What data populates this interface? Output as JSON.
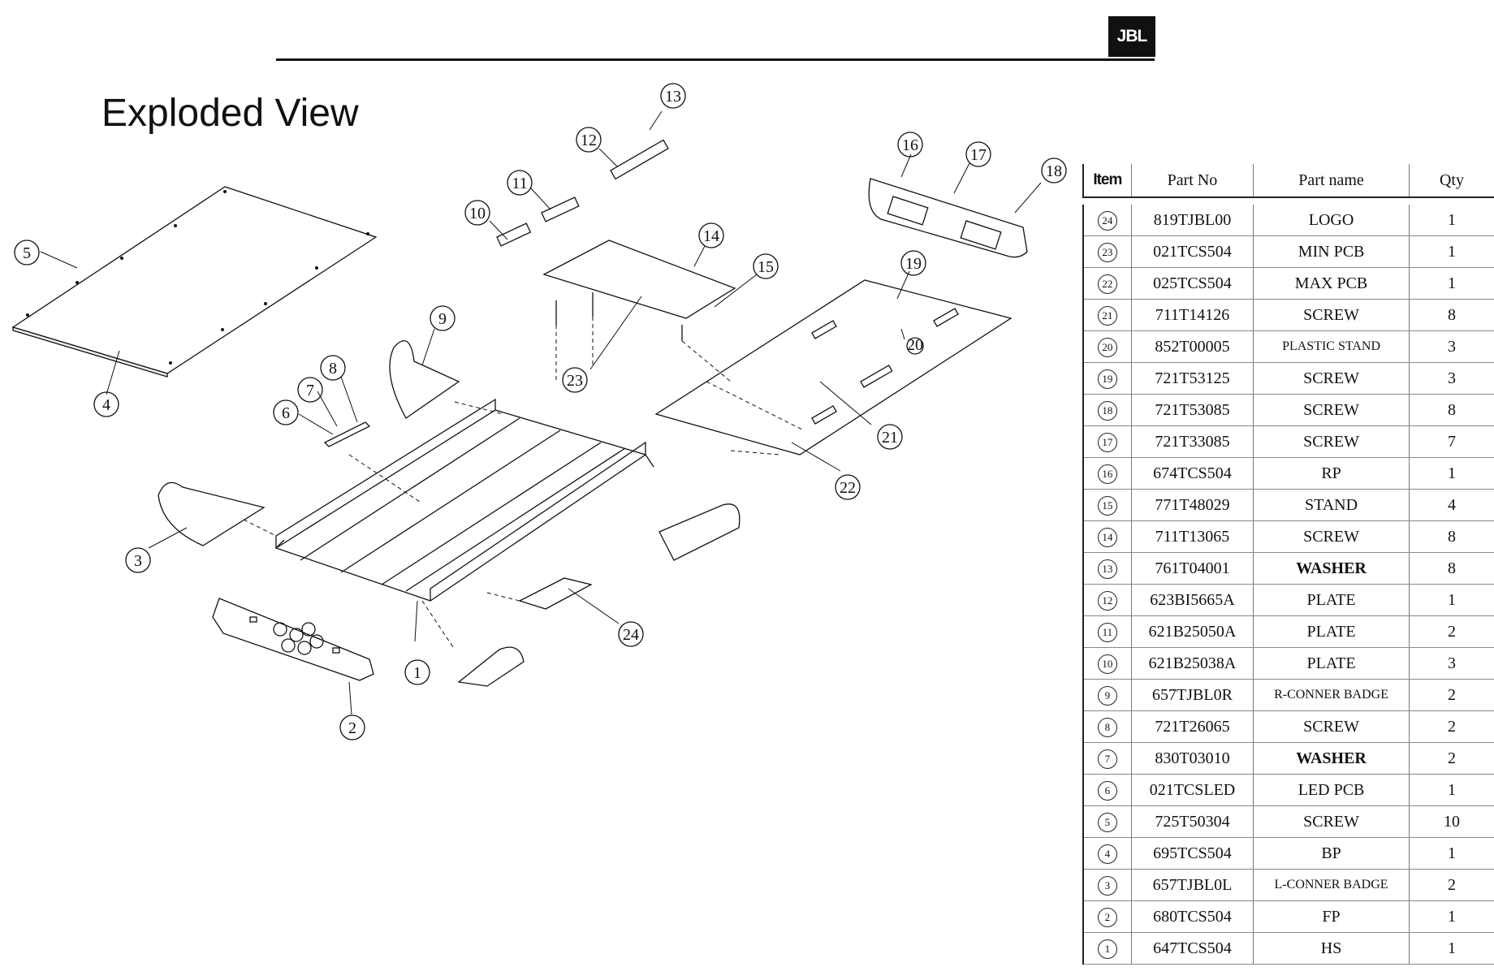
{
  "header": {
    "brand": "JBL",
    "title": "Exploded View"
  },
  "callouts": [
    "1",
    "2",
    "3",
    "4",
    "5",
    "6",
    "7",
    "8",
    "9",
    "10",
    "11",
    "12",
    "13",
    "14",
    "15",
    "16",
    "17",
    "18",
    "19",
    "20",
    "21",
    "22",
    "23",
    "24"
  ],
  "table": {
    "headers": {
      "item": "Item",
      "part_no": "Part No",
      "part_name": "Part name",
      "qty": "Qty"
    },
    "rows": [
      {
        "item": "24",
        "part_no": "819TJBL00",
        "part_name": "LOGO",
        "qty": "1"
      },
      {
        "item": "23",
        "part_no": "021TCS504",
        "part_name": "MIN PCB",
        "qty": "1"
      },
      {
        "item": "22",
        "part_no": "025TCS504",
        "part_name": "MAX PCB",
        "qty": "1"
      },
      {
        "item": "21",
        "part_no": "711T14126",
        "part_name": "SCREW",
        "qty": "8"
      },
      {
        "item": "20",
        "part_no": "852T00005",
        "part_name": "PLASTIC STAND",
        "qty": "3"
      },
      {
        "item": "19",
        "part_no": "721T53125",
        "part_name": "SCREW",
        "qty": "3"
      },
      {
        "item": "18",
        "part_no": "721T53085",
        "part_name": "SCREW",
        "qty": "8"
      },
      {
        "item": "17",
        "part_no": "721T33085",
        "part_name": "SCREW",
        "qty": "7"
      },
      {
        "item": "16",
        "part_no": "674TCS504",
        "part_name": "RP",
        "qty": "1"
      },
      {
        "item": "15",
        "part_no": "771T48029",
        "part_name": "STAND",
        "qty": "4"
      },
      {
        "item": "14",
        "part_no": "711T13065",
        "part_name": "SCREW",
        "qty": "8"
      },
      {
        "item": "13",
        "part_no": "761T04001",
        "part_name": "WASHER",
        "qty": "8"
      },
      {
        "item": "12",
        "part_no": "623BI5665A",
        "part_name": "PLATE",
        "qty": "1"
      },
      {
        "item": "11",
        "part_no": "621B25050A",
        "part_name": "PLATE",
        "qty": "2"
      },
      {
        "item": "10",
        "part_no": "621B25038A",
        "part_name": "PLATE",
        "qty": "3"
      },
      {
        "item": "9",
        "part_no": "657TJBL0R",
        "part_name": "R-CONNER BADGE",
        "qty": "2"
      },
      {
        "item": "8",
        "part_no": "721T26065",
        "part_name": "SCREW",
        "qty": "2"
      },
      {
        "item": "7",
        "part_no": "830T03010",
        "part_name": "WASHER",
        "qty": "2"
      },
      {
        "item": "6",
        "part_no": "021TCSLED",
        "part_name": "LED PCB",
        "qty": "1"
      },
      {
        "item": "5",
        "part_no": "725T50304",
        "part_name": "SCREW",
        "qty": "10"
      },
      {
        "item": "4",
        "part_no": "695TCS504",
        "part_name": "BP",
        "qty": "1"
      },
      {
        "item": "3",
        "part_no": "657TJBL0L",
        "part_name": "L-CONNER BADGE",
        "qty": "2"
      },
      {
        "item": "2",
        "part_no": "680TCS504",
        "part_name": "FP",
        "qty": "1"
      },
      {
        "item": "1",
        "part_no": "647TCS504",
        "part_name": "HS",
        "qty": "1"
      }
    ]
  }
}
